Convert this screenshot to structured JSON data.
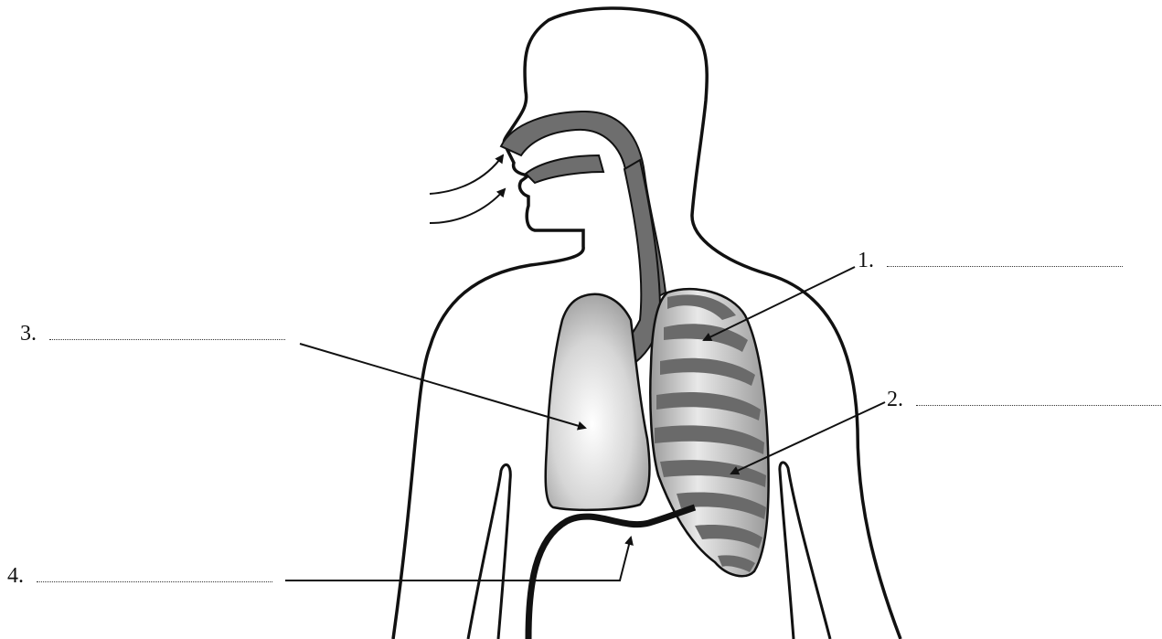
{
  "diagram": {
    "labels": [
      {
        "id": "1",
        "number": "1.",
        "blank": ""
      },
      {
        "id": "2",
        "number": "2.",
        "blank": ""
      },
      {
        "id": "3",
        "number": "3.",
        "blank": ""
      },
      {
        "id": "4",
        "number": "4.",
        "blank": ""
      }
    ],
    "colors": {
      "outline": "#111111",
      "airway": "#6e6e6e",
      "lung_light": "#f2f2f2",
      "lung_dark": "#8e8e8e",
      "rib_band": "#6a6a6a",
      "diaphragm": "#111111"
    }
  }
}
